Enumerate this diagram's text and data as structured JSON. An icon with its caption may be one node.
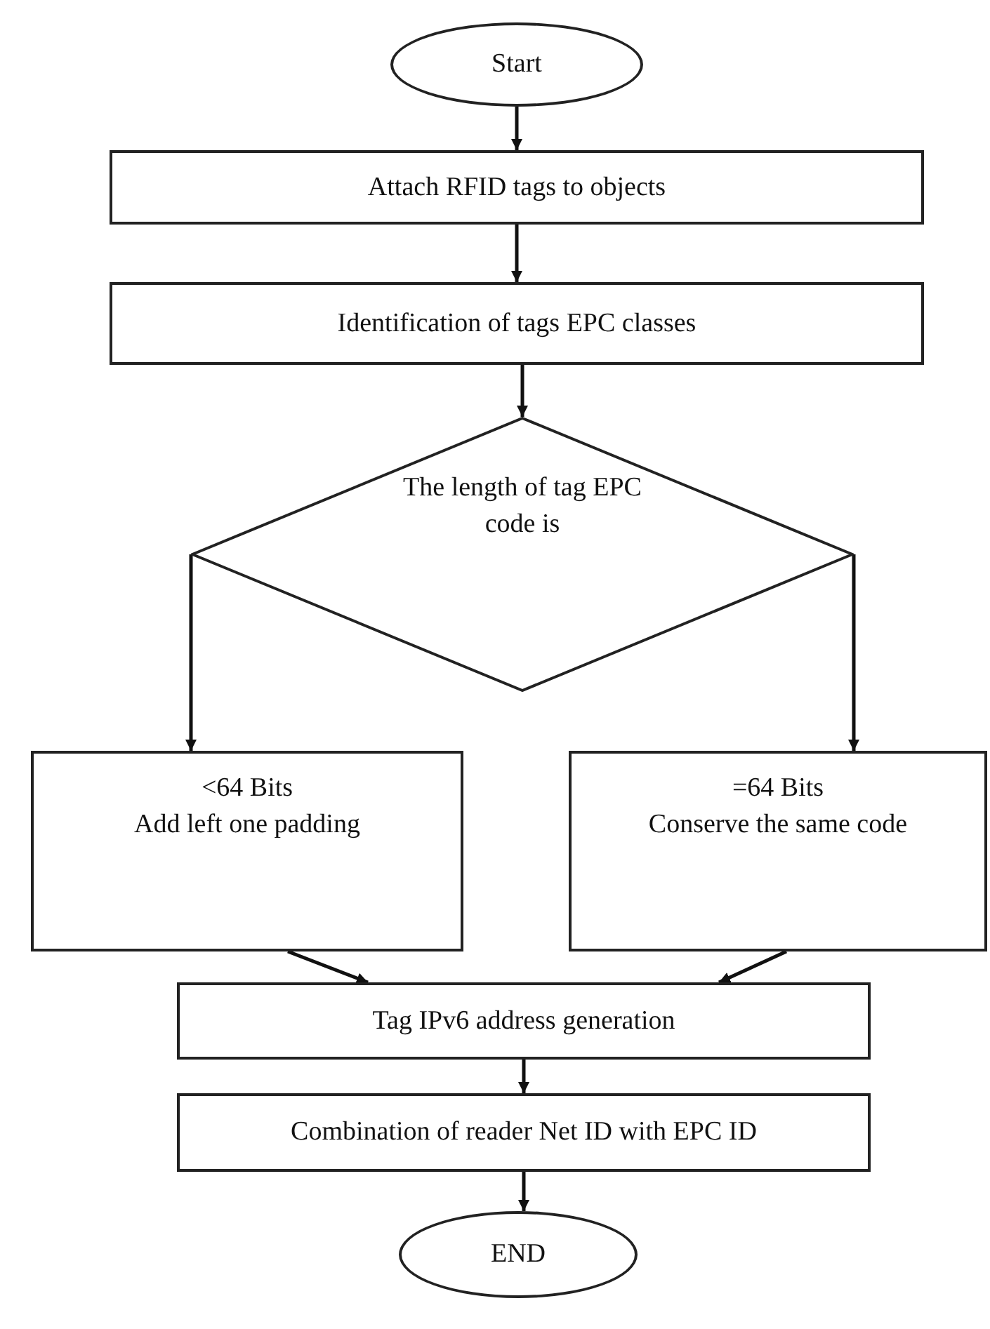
{
  "diagram": {
    "nodes": [
      {
        "text": [
          "Start"
        ]
      },
      {
        "text": [
          "Attach RFID tags to objects"
        ]
      },
      {
        "text": [
          "Identification of tags EPC classes"
        ]
      },
      {
        "text": [
          "The length of tag EPC code is"
        ]
      },
      {
        "text": [
          "<64 Bits",
          "Add left one padding"
        ]
      },
      {
        "text": [
          "=64 Bits",
          "Conserve the same code"
        ]
      },
      {
        "text": [
          "Tag IPv6 address generation"
        ]
      },
      {
        "text": [
          "Combination of reader Net ID with EPC ID"
        ]
      },
      {
        "text": [
          "END"
        ]
      }
    ],
    "edges": [
      {
        "from": 0,
        "to": 1,
        "arrow": "to"
      },
      {
        "from": 1,
        "to": 2,
        "arrow": "to"
      },
      {
        "from": 2,
        "to": 3,
        "arrow": "to"
      },
      {
        "from": 3,
        "to": 4,
        "arrow": "to"
      },
      {
        "from": 3,
        "to": 5,
        "arrow": "to"
      },
      {
        "from": 4,
        "to": 6,
        "arrow": "to"
      },
      {
        "from": 5,
        "to": 6,
        "arrow": "to"
      },
      {
        "from": 6,
        "to": 7,
        "arrow": "to"
      },
      {
        "from": 7,
        "to": 8,
        "arrow": "to"
      }
    ]
  }
}
